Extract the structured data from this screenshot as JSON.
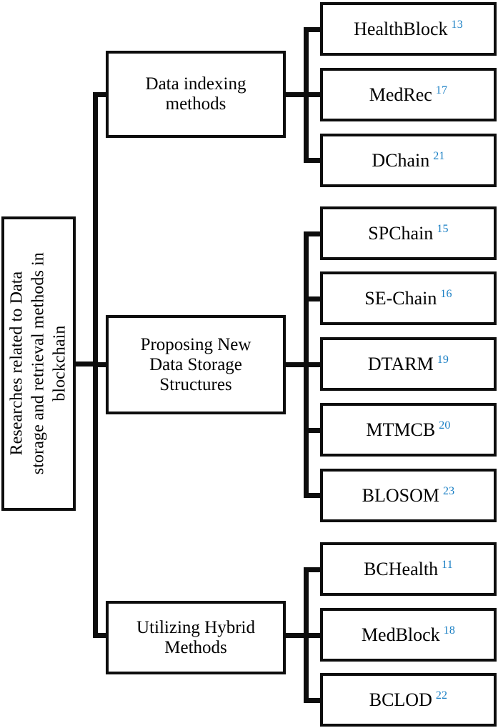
{
  "diagram": {
    "type": "tree",
    "orientation": "left-to-right",
    "title": "Researches related to Data storage and retrieval methods in blockchain",
    "colors": {
      "box_border": "#0d0d0d",
      "box_fill": "#ffffff",
      "text": "#000000",
      "reference_number": "#1a7fc4",
      "connector": "#0d0d0d"
    },
    "root": {
      "label": "Researches related to Data storage and retrieval methods in blockchain",
      "line1": "Researches related to Data",
      "line2": "storage and retrieval methods in",
      "line3": "blockchain",
      "rotated": "-90deg"
    },
    "branches": [
      {
        "id": "data-indexing-methods",
        "label": "Data indexing methods",
        "line1": "Data indexing",
        "line2": "methods",
        "leaves": [
          {
            "id": "healthblock",
            "name": "HealthBlock",
            "ref": "13"
          },
          {
            "id": "medrec",
            "name": "MedRec",
            "ref": "17"
          },
          {
            "id": "dchain",
            "name": "DChain",
            "ref": "21"
          }
        ]
      },
      {
        "id": "proposing-new-data-storage-structures",
        "label": "Proposing New Data Storage Structures",
        "line1": "Proposing New",
        "line2": "Data Storage",
        "line3": "Structures",
        "leaves": [
          {
            "id": "spchain",
            "name": "SPChain",
            "ref": "15"
          },
          {
            "id": "se-chain",
            "name": "SE-Chain",
            "ref": "16"
          },
          {
            "id": "dtarm",
            "name": "DTARM",
            "ref": "19"
          },
          {
            "id": "mtmcb",
            "name": "MTMCB",
            "ref": "20"
          },
          {
            "id": "blosom",
            "name": "BLOSOM",
            "ref": "23"
          }
        ]
      },
      {
        "id": "utilizing-hybrid-methods",
        "label": "Utilizing Hybrid Methods",
        "line1": "Utilizing Hybrid",
        "line2": "Methods",
        "leaves": [
          {
            "id": "bchealth",
            "name": "BCHealth",
            "ref": "11"
          },
          {
            "id": "medblock",
            "name": "MedBlock",
            "ref": "18"
          },
          {
            "id": "bclod",
            "name": "BCLOD",
            "ref": "22"
          }
        ]
      }
    ]
  }
}
